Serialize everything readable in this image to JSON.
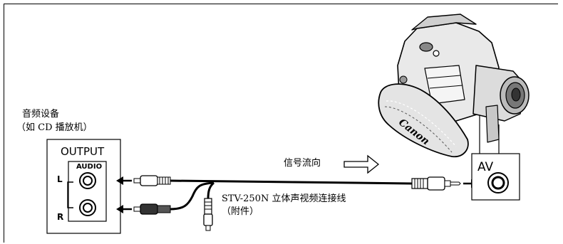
{
  "source_device": {
    "line1": "音频设备",
    "line2": "（如 CD 播放机）"
  },
  "output_panel": {
    "title": "OUTPUT",
    "audio_label": "AUDIO",
    "left_label": "L",
    "right_label": "R"
  },
  "signal_flow_label": "信号流向",
  "cable": {
    "line1": "STV-250N 立体声视频连接线",
    "line2": "（附件）"
  },
  "camera": {
    "brand": "Canon",
    "av_label": "AV"
  }
}
